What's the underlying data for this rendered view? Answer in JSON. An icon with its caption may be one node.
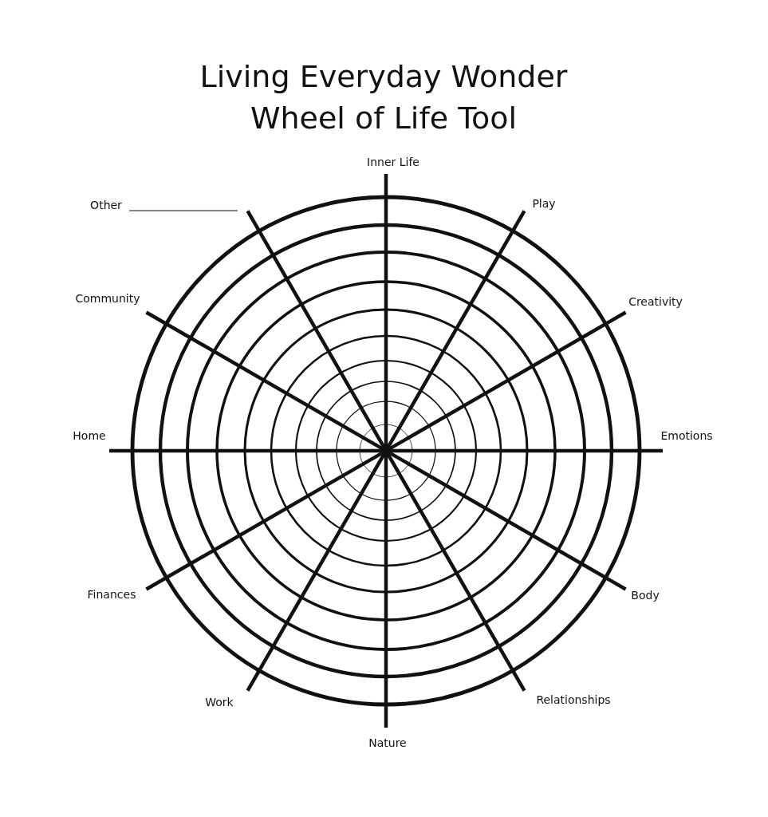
{
  "diagram": {
    "title": "Living Everyday Wonder Wheel of Life Tool",
    "labels": [
      "Inner Life",
      "Other",
      "Play",
      "Community",
      "Creativity",
      "Home",
      "Emotions",
      "Finances",
      "Body",
      "Work",
      "Relationships",
      "Nature"
    ]
  }
}
